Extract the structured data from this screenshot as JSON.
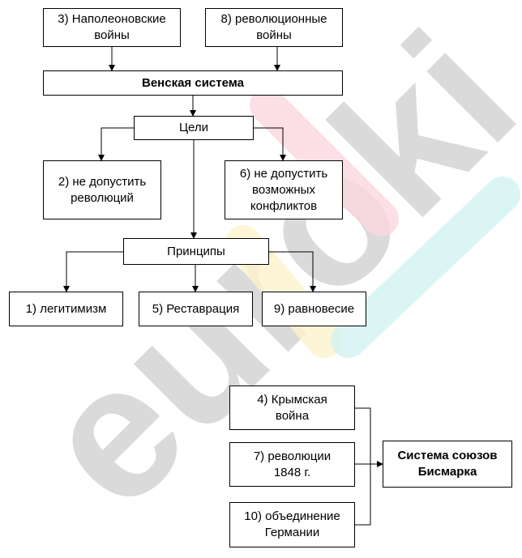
{
  "watermark": {
    "text": "euroki",
    "colors": {
      "gray": "#d3d3d3",
      "pink": "#fbd6df",
      "yellow": "#fdf2cc",
      "cyan": "#d2f3f3"
    }
  },
  "top": {
    "napoleonic_wars": "3) Наполеоновские\nвойны",
    "revolutionary_wars": "8) революционные\nвойны",
    "vienna_system": "Венская система",
    "goals": "Цели",
    "goal_no_revolutions": "2) не допустить\nреволюций",
    "goal_no_conflicts": "6) не допустить\nвозможных\nконфликтов",
    "principles": "Принципы",
    "principle_legitimism": "1) легитимизм",
    "principle_restoration": "5) Реставрация",
    "principle_balance": "9) равновесие"
  },
  "bottom": {
    "crimean_war": "4) Крымская\nвойна",
    "revolutions_1848": "7) революции\n1848 г.",
    "german_unification": "10) объединение\nГермании",
    "bismarck_alliances": "Система союзов\nБисмарка"
  }
}
